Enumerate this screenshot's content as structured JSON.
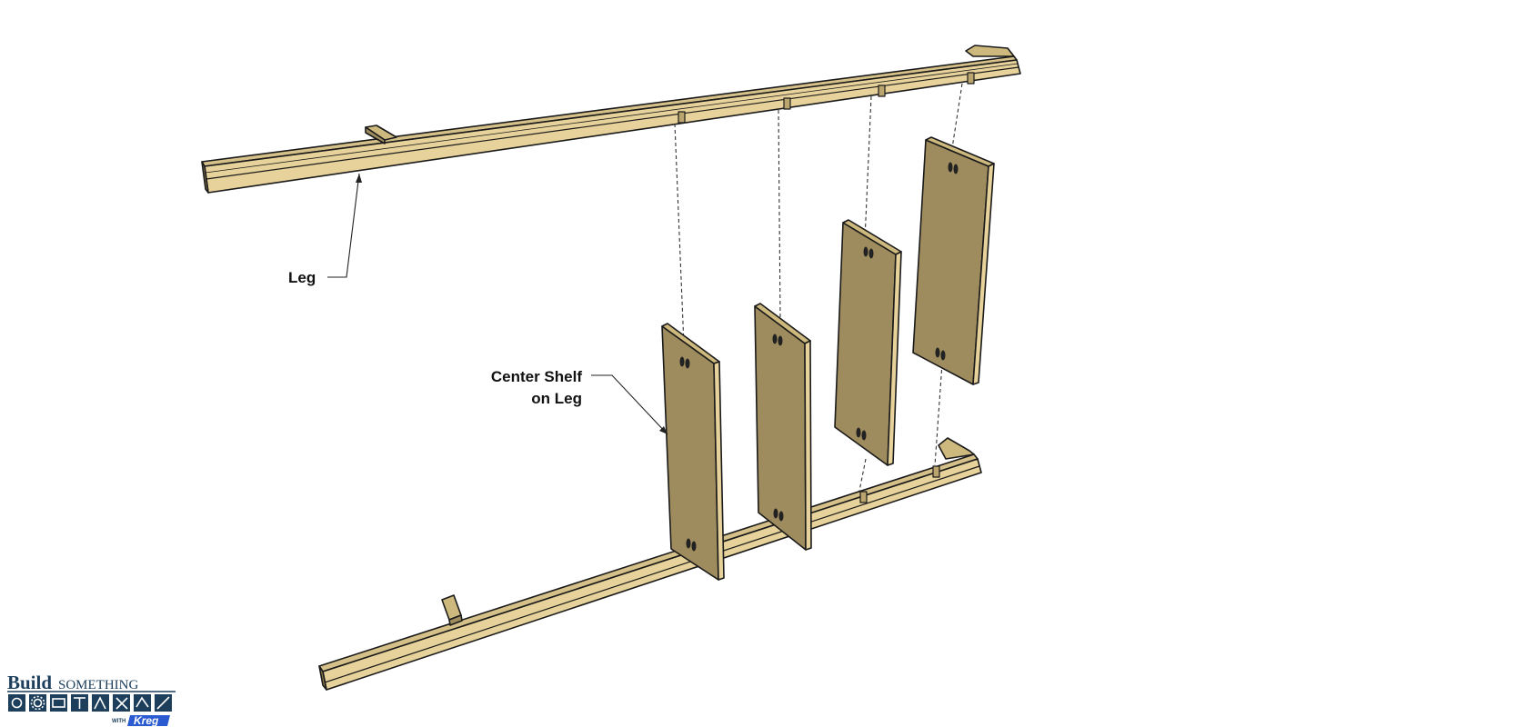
{
  "callouts": {
    "leg": "Leg",
    "center_shelf_line1": "Center Shelf",
    "center_shelf_line2": "on Leg"
  },
  "logo": {
    "build": "Build",
    "something": "SOMETHING",
    "with": "WITH",
    "brand": "Kreg"
  },
  "colors": {
    "wood_face": "#9e8c5e",
    "wood_light": "#e6d29a",
    "wood_mid": "#cdb97d",
    "outline": "#1a1a1a",
    "logo_blue": "#1d3f5c",
    "logo_accent": "#2a5bd0"
  }
}
